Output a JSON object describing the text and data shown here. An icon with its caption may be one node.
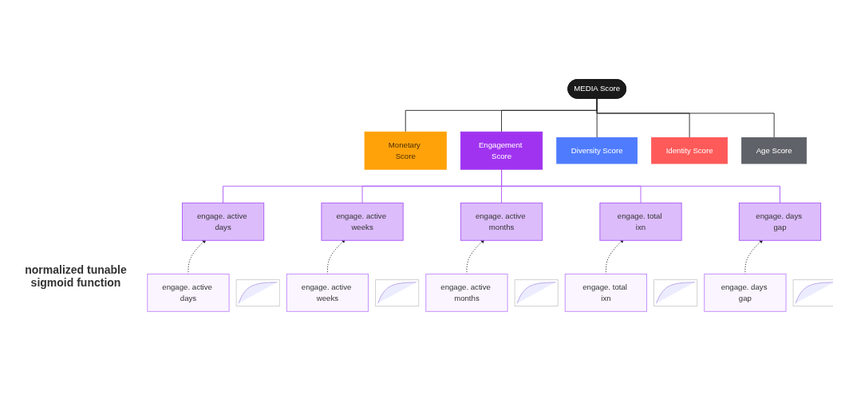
{
  "diagram": {
    "nodes": [
      {
        "text": [
          "MEDIA Score"
        ]
      },
      {
        "text": [
          "Monetary Score"
        ]
      },
      {
        "text": [
          "Engagement Score"
        ]
      },
      {
        "text": [
          "Diversity Score"
        ]
      },
      {
        "text": [
          "Identity Score"
        ]
      },
      {
        "text": [
          "Age Score"
        ]
      },
      {
        "text": [
          "engage. active days"
        ]
      },
      {
        "text": [
          "engage. active weeks"
        ]
      },
      {
        "text": [
          "engage. active months"
        ]
      },
      {
        "text": [
          "engage. total ixn"
        ]
      },
      {
        "text": [
          "engage. days gap"
        ]
      },
      {
        "text": [
          "engage. active days"
        ]
      },
      {
        "text": [
          "engage. active weeks"
        ]
      },
      {
        "text": [
          "engage. active months"
        ]
      },
      {
        "text": [
          "engage. total ixn"
        ]
      },
      {
        "text": [
          "engage. days gap"
        ]
      },
      {
        "text": [],
        "shape": "picture"
      },
      {
        "text": [],
        "shape": "picture"
      },
      {
        "text": [],
        "shape": "picture"
      },
      {
        "text": [],
        "shape": "picture"
      },
      {
        "text": [],
        "shape": "picture"
      }
    ],
    "edges": [
      {
        "from": 0,
        "to": 1,
        "arrow": "none"
      },
      {
        "from": 0,
        "to": 2,
        "arrow": "none"
      },
      {
        "from": 0,
        "to": 3,
        "arrow": "none"
      },
      {
        "from": 0,
        "to": 4,
        "arrow": "none"
      },
      {
        "from": 0,
        "to": 5,
        "arrow": "none"
      },
      {
        "from": 2,
        "to": 6,
        "arrow": "none",
        "color": "#a855f7"
      },
      {
        "from": 2,
        "to": 7,
        "arrow": "none",
        "color": "#a855f7"
      },
      {
        "from": 2,
        "to": 8,
        "arrow": "none",
        "color": "#a855f7"
      },
      {
        "from": 2,
        "to": 9,
        "arrow": "none",
        "color": "#a855f7"
      },
      {
        "from": 2,
        "to": 10,
        "arrow": "none",
        "color": "#a855f7"
      },
      {
        "from": 11,
        "to": 6,
        "arrow": "to",
        "style": "dashed"
      },
      {
        "from": 12,
        "to": 7,
        "arrow": "to",
        "style": "dashed"
      },
      {
        "from": 13,
        "to": 8,
        "arrow": "to",
        "style": "dashed"
      },
      {
        "from": 14,
        "to": 9,
        "arrow": "to",
        "style": "dashed"
      },
      {
        "from": 15,
        "to": 10,
        "arrow": "to",
        "style": "dashed"
      }
    ],
    "labels": [
      "normalized tunable sigmoid function"
    ]
  }
}
